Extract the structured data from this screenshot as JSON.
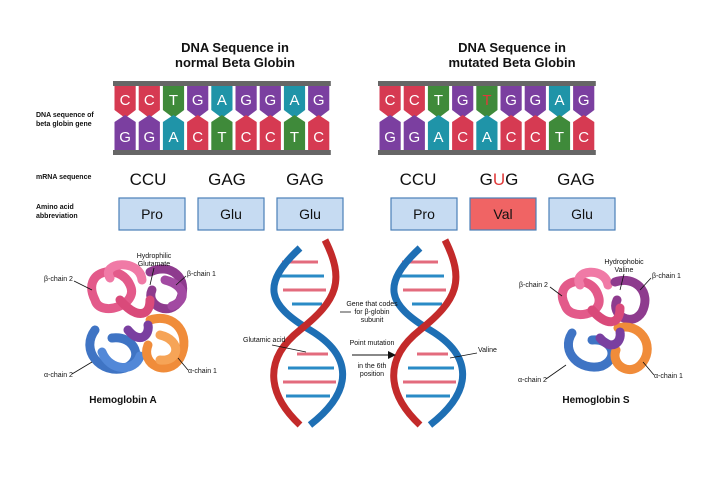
{
  "titles": {
    "normal_line1": "DNA Sequence in",
    "normal_line2": "normal Beta Globin",
    "mutated_line1": "DNA Sequence in",
    "mutated_line2": "mutated Beta Globin"
  },
  "row_labels": {
    "dna_line1": "DNA sequence of",
    "dna_line2": "beta globin gene",
    "mrna": "mRNA sequence",
    "aa_line1": "Amino acid",
    "aa_line2": "abbreviation"
  },
  "normal": {
    "top": [
      "C",
      "C",
      "T",
      "G",
      "A",
      "G",
      "G",
      "A",
      "G"
    ],
    "bottom": [
      "G",
      "G",
      "A",
      "C",
      "T",
      "C",
      "C",
      "T",
      "C"
    ],
    "codons": [
      "CCU",
      "GAG",
      "GAG"
    ],
    "amino_acids": [
      "Pro",
      "Glu",
      "Glu"
    ]
  },
  "mutated": {
    "top": [
      "C",
      "C",
      "T",
      "G",
      "T",
      "G",
      "G",
      "A",
      "G"
    ],
    "bottom": [
      "G",
      "G",
      "A",
      "C",
      "A",
      "C",
      "C",
      "T",
      "C"
    ],
    "codons": [
      {
        "parts": [
          "CCU"
        ]
      },
      {
        "parts": [
          "G",
          "U",
          "G"
        ],
        "highlight": 1
      },
      {
        "parts": [
          "GAG"
        ]
      }
    ],
    "amino_acids": [
      "Pro",
      "Val",
      "Glu"
    ]
  },
  "base_colors": {
    "C": "#d63a52",
    "G": "#7b3fa0",
    "T": "#3f8a3a",
    "A": "#1f94a8"
  },
  "highlight_color": "#e03a3a",
  "mutant_aa_fill": "#f06464",
  "aa_fill": "#c6dbf2",
  "labels": {
    "hba_hydrophilic_1": "Hydrophilic",
    "hba_hydrophilic_2": "Glutamate",
    "hba_beta1": "β-chain 1",
    "hba_beta2": "β-chain 2",
    "hba_alpha1": "α-chain 1",
    "hba_alpha2": "α-chain 2",
    "hba_name": "Hemoglobin A",
    "hbs_hydrophobic_1": "Hydrophobic",
    "hbs_hydrophobic_2": "Valine",
    "hbs_beta1": "β-chain 1",
    "hbs_beta2": "β-chain 2",
    "hbs_alpha1": "α-chain 1",
    "hbs_alpha2": "α-chain 2",
    "hbs_name": "Hemoglobin S",
    "glutamic_acid": "Glutamic acid",
    "gene_1": "Gene that codes",
    "gene_2": "for  β-globin",
    "gene_3": "subunit",
    "point_1": "Point mutation",
    "point_2": "in the 6th",
    "point_3": "position",
    "valine": "Valine"
  }
}
